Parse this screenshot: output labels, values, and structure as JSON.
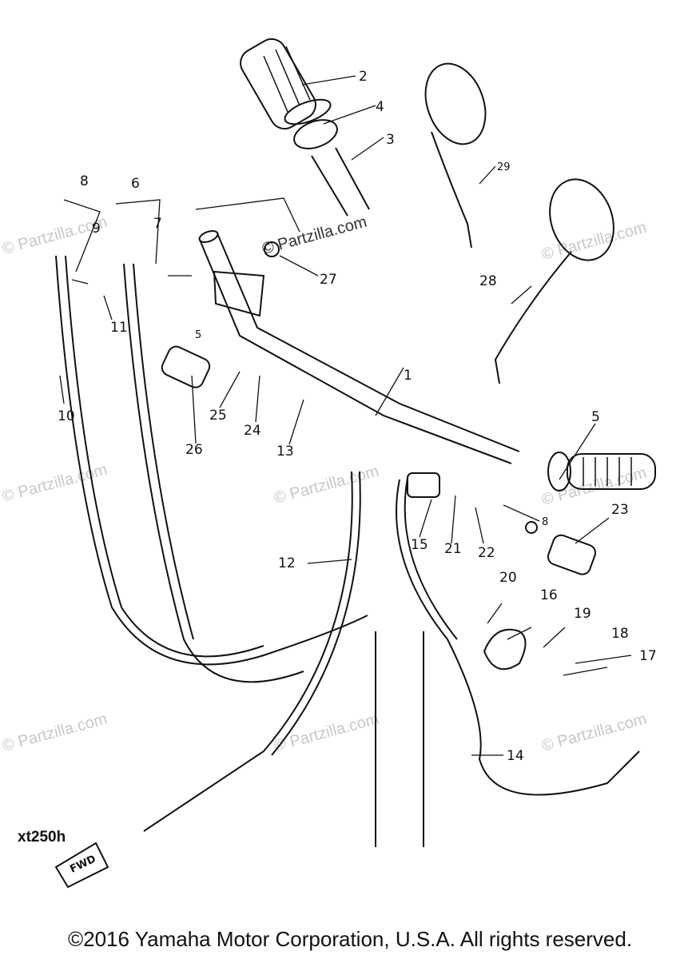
{
  "labels": {
    "l1": "1",
    "l2": "2",
    "l3": "3",
    "l4": "4",
    "l5a": "5",
    "l5b": "5",
    "l6": "6",
    "l7": "7",
    "l8a": "8",
    "l8b": "8",
    "l9": "9",
    "l10": "10",
    "l11": "11",
    "l12": "12",
    "l13": "13",
    "l14": "14",
    "l15": "15",
    "l16": "16",
    "l17": "17",
    "l18": "18",
    "l19": "19",
    "l20": "20",
    "l21": "21",
    "l22": "22",
    "l23": "23",
    "l24": "24",
    "l25": "25",
    "l26": "26",
    "l27": "27",
    "l28": "28",
    "l29": "29"
  },
  "watermark": "© Partzilla.com",
  "fwd_mark": "FWD",
  "model_code": "xt250h",
  "copyright": "©2016 Yamaha Motor Corporation, U.S.A. All rights reserved."
}
